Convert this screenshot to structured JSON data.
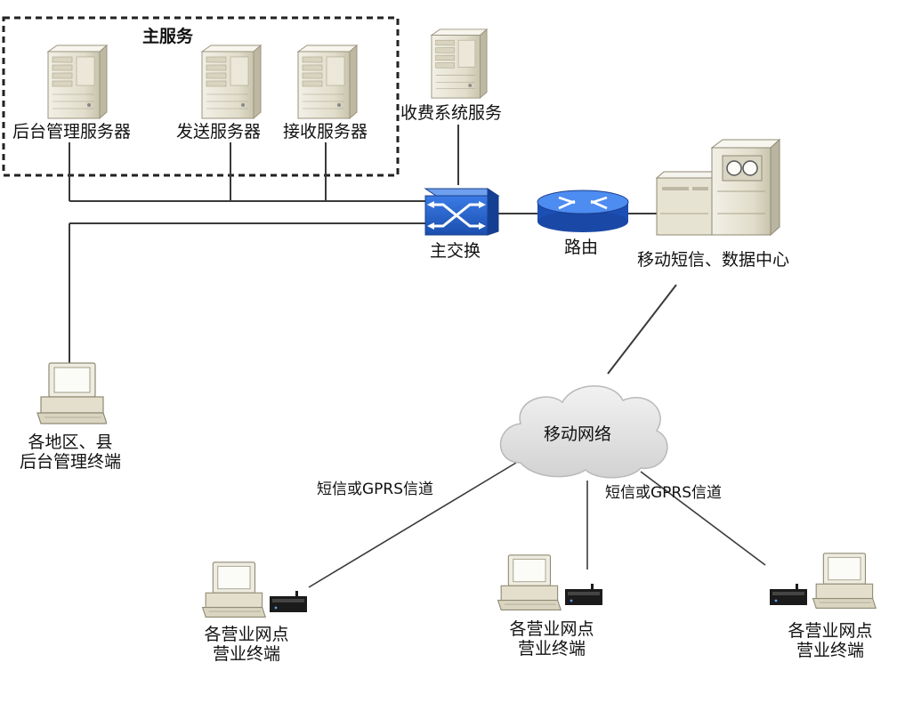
{
  "labels": {
    "main_service": "主服务",
    "backend_server": "后台管理服务器",
    "send_server": "发送服务器",
    "receive_server": "接收服务器",
    "billing_service": "收费系统服务",
    "main_switch": "主交换",
    "router": "路由",
    "data_center": "移动短信、数据中心",
    "mobile_network": "移动网络",
    "regional_terminal_l1": "各地区、县",
    "regional_terminal_l2": "后台管理终端",
    "channel_left": "短信或GPRS信道",
    "channel_right": "短信或GPRS信道",
    "outlet_l1": "各营业网点",
    "outlet_l2": "营业终端"
  },
  "icons": {
    "server": "server-tower-icon",
    "switch": "switch-icon",
    "router": "router-icon",
    "datacenter": "mainframe-icon",
    "cloud": "cloud-icon",
    "terminal": "terminal-computer-icon",
    "modem": "modem-icon"
  },
  "colors": {
    "line": "#3a3a3a",
    "switch": "#1f5fc8",
    "router": "#2a6fe0",
    "device": "#e9e6d8",
    "cloud": "#e4e4e4"
  }
}
